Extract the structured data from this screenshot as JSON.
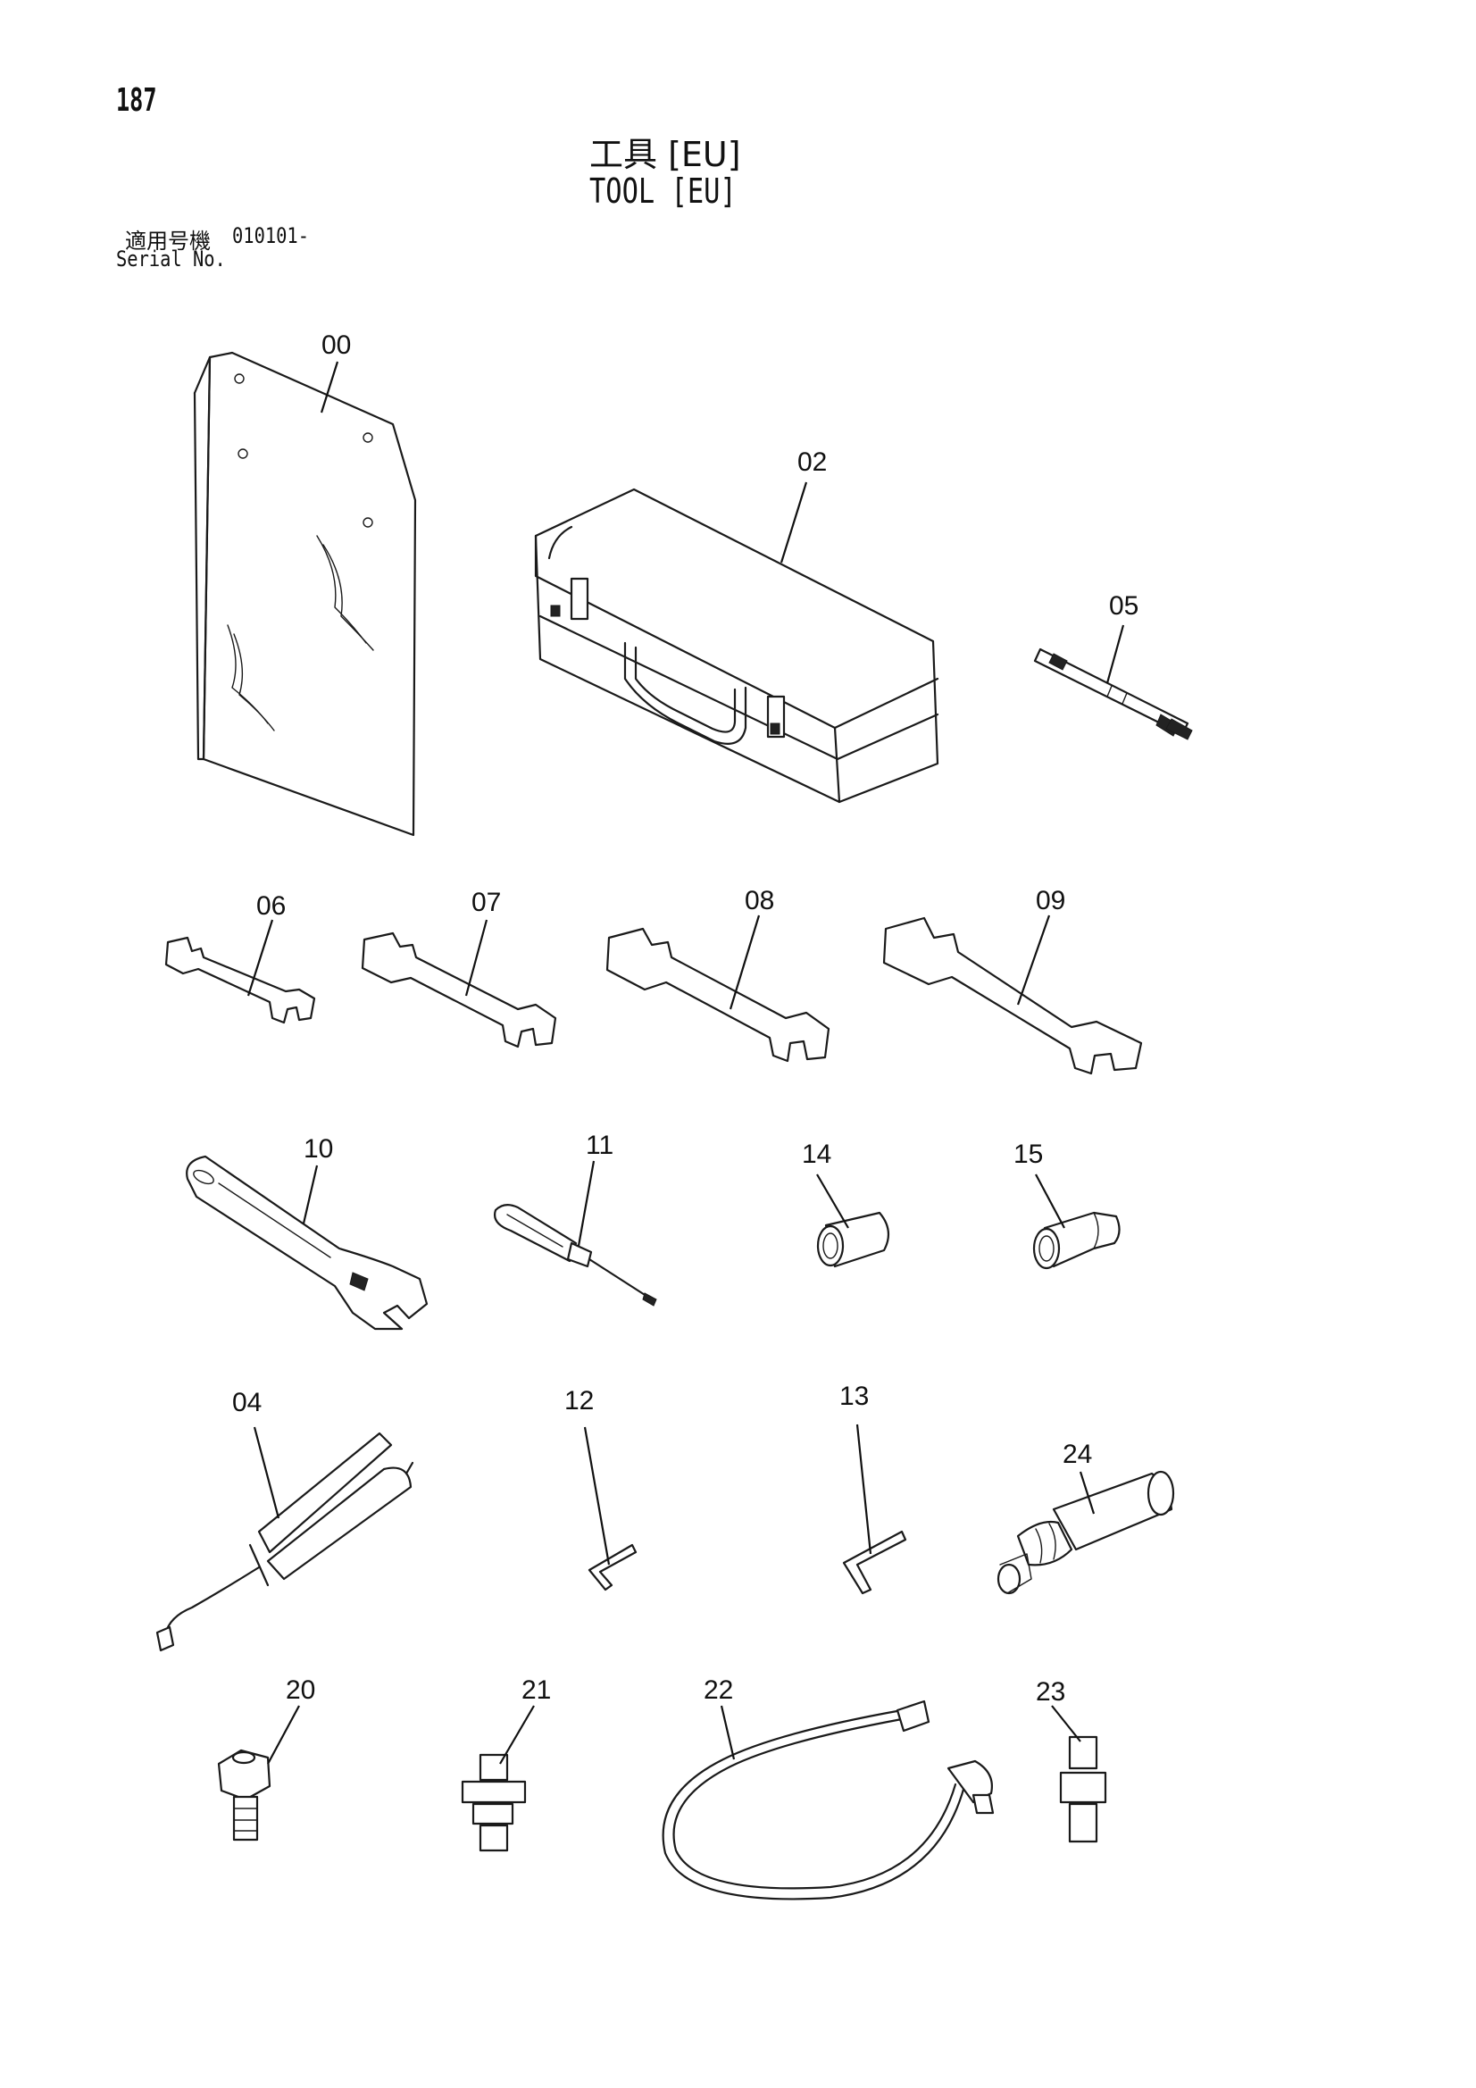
{
  "page": {
    "number": "187",
    "title_jp": "工具 [EU]",
    "title_en": "TOOL [EU]",
    "serial_label_jp": "適用号機",
    "serial_value": "010101-",
    "serial_label_en": "Serial No."
  },
  "parts": [
    {
      "id": "00",
      "item": "manual-holder"
    },
    {
      "id": "02",
      "item": "tool-box"
    },
    {
      "id": "05",
      "item": "bar"
    },
    {
      "id": "06",
      "item": "wrench"
    },
    {
      "id": "07",
      "item": "wrench"
    },
    {
      "id": "08",
      "item": "wrench"
    },
    {
      "id": "09",
      "item": "wrench"
    },
    {
      "id": "10",
      "item": "adjustable-wrench"
    },
    {
      "id": "11",
      "item": "screwdriver"
    },
    {
      "id": "14",
      "item": "socket"
    },
    {
      "id": "15",
      "item": "socket"
    },
    {
      "id": "04",
      "item": "grease-gun"
    },
    {
      "id": "12",
      "item": "hex-key"
    },
    {
      "id": "13",
      "item": "hex-key"
    },
    {
      "id": "24",
      "item": "handle"
    },
    {
      "id": "20",
      "item": "adapter"
    },
    {
      "id": "21",
      "item": "adapter"
    },
    {
      "id": "22",
      "item": "hose"
    },
    {
      "id": "23",
      "item": "adapter"
    }
  ]
}
